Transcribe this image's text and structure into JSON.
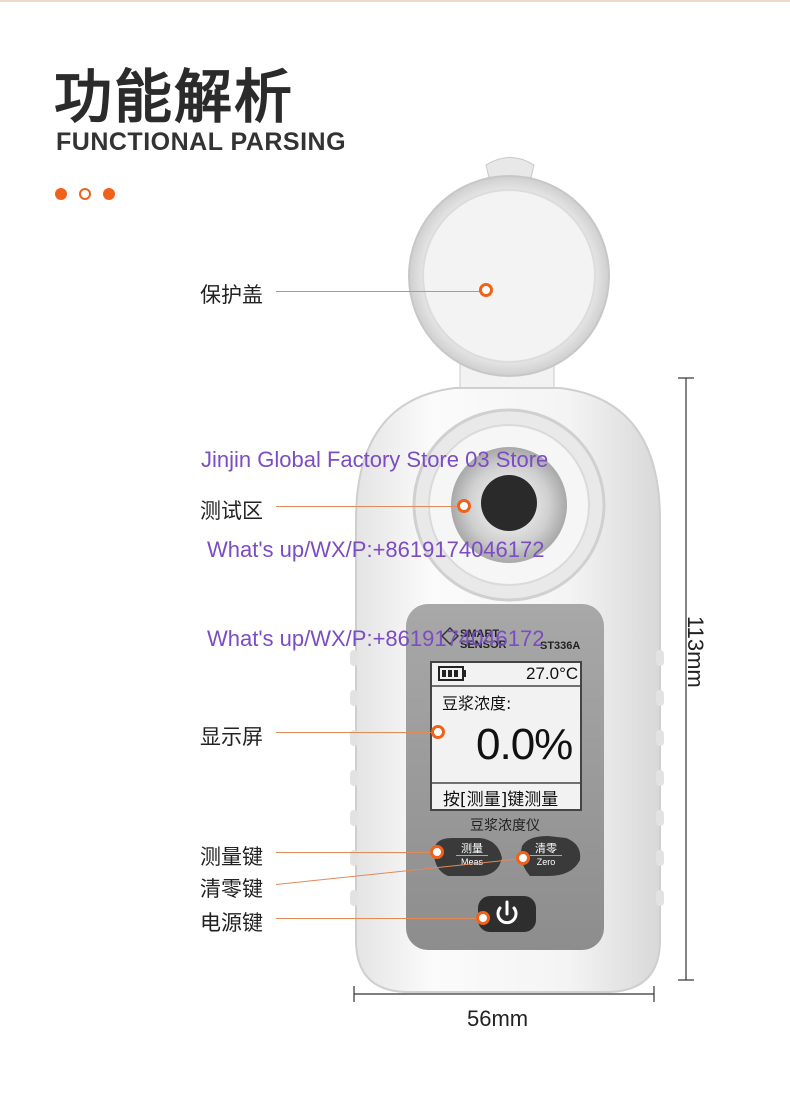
{
  "header": {
    "title_cn": "功能解析",
    "title_en": "FUNCTIONAL PARSING"
  },
  "callouts": {
    "cover": "保护盖",
    "test_area": "测试区",
    "display": "显示屏",
    "meas_key": "测量键",
    "zero_key": "清零键",
    "power_key": "电源键"
  },
  "device": {
    "brand_line1": "SMART",
    "brand_line2": "SENSOR",
    "model": "ST336A",
    "temperature": "27.0°C",
    "reading_label": "豆浆浓度:",
    "reading_value": "0.0%",
    "hint": "按[测量]键测量",
    "product_name": "豆浆浓度仪",
    "meas_cn": "测量",
    "meas_en": "Meas",
    "zero_cn": "清零",
    "zero_en": "Zero"
  },
  "dimensions": {
    "height": "113mm",
    "width": "56mm"
  },
  "watermarks": {
    "store": "Jinjin Global Factory Store 03 Store",
    "contact_1": "What's up/WX/P:+8619174046172",
    "contact_2": "What's up/WX/P:+8619174046172"
  },
  "colors": {
    "accent": "#f0621b",
    "watermark": "#7b4cc4",
    "screen_bg": "#f2f2f2",
    "panel_grey": "#9a9a9a"
  }
}
